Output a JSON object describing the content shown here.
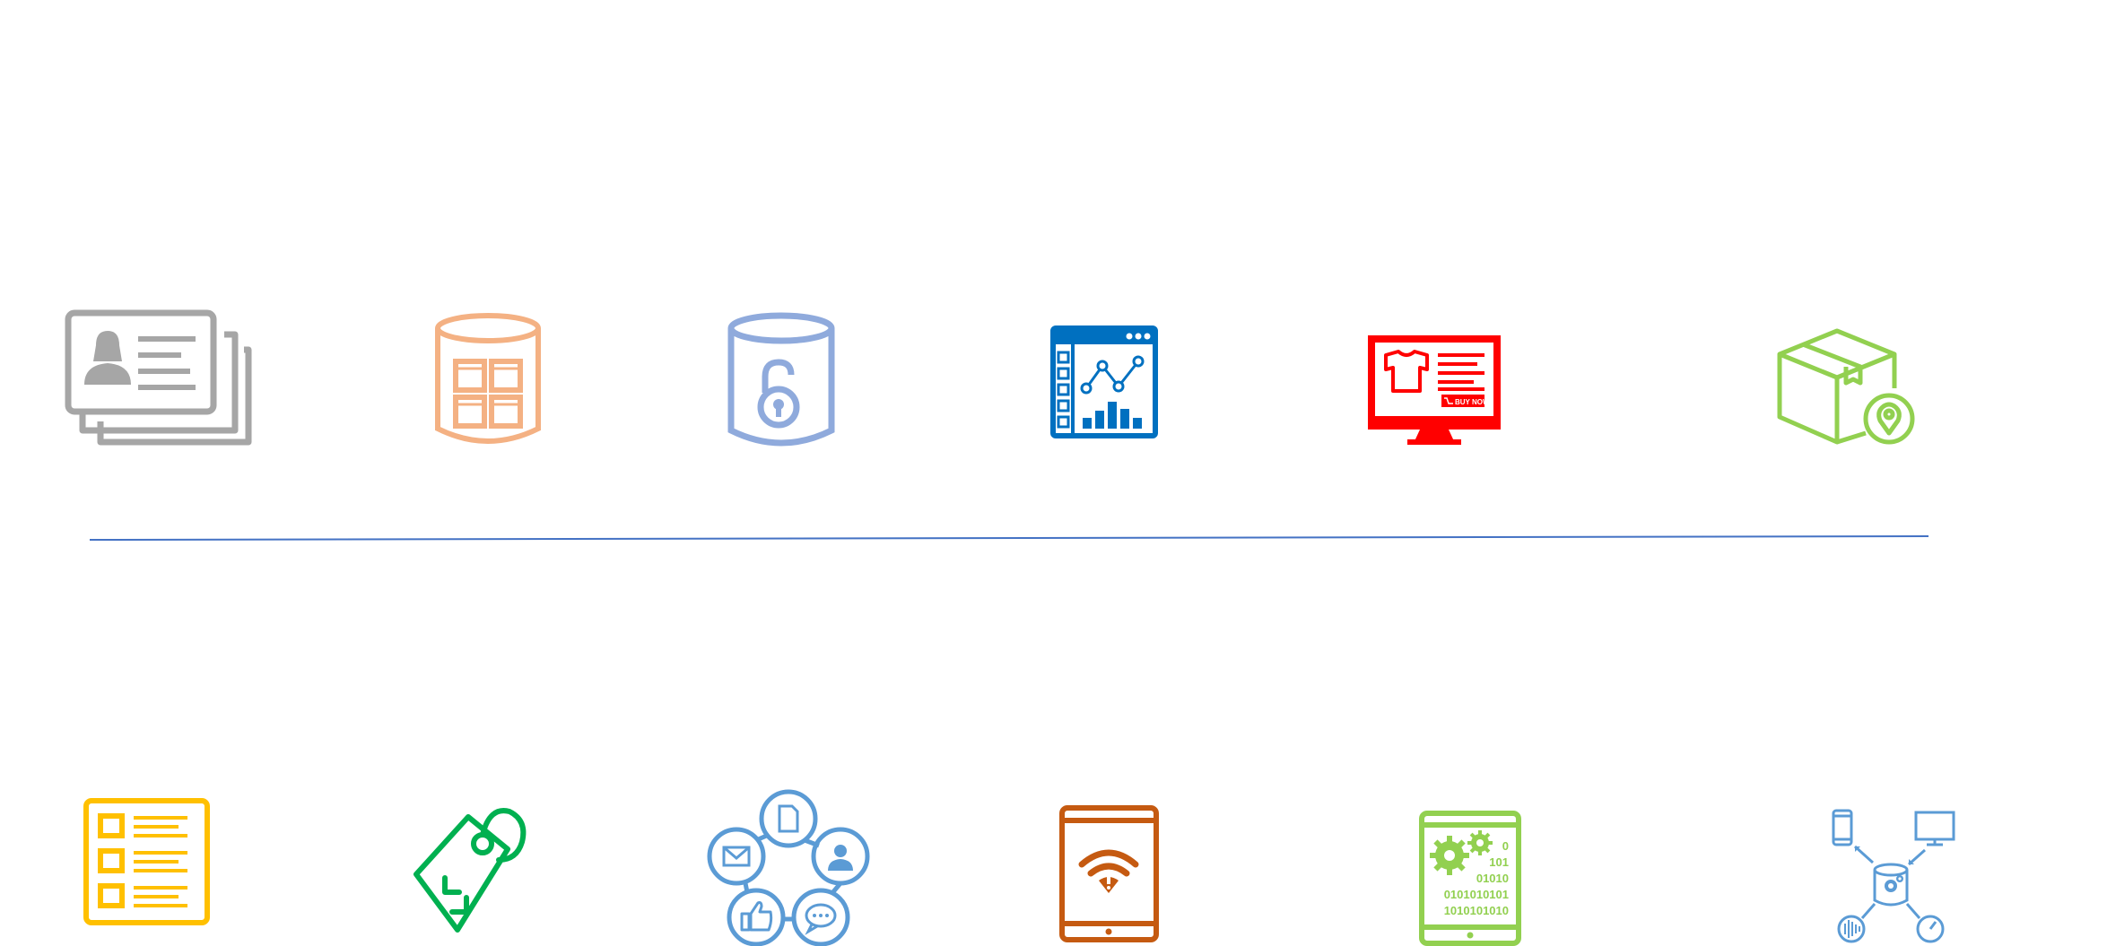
{
  "colors": {
    "contact_cards": "#a6a6a6",
    "database_grid": "#f4b183",
    "database_unlock": "#8faadc",
    "dashboard": "#0070c0",
    "shop_monitor": "#ff0000",
    "package_location": "#92d050",
    "checklist": "#ffc000",
    "price_tag": "#00b050",
    "social_network": "#5b9bd5",
    "tablet_wifi": "#c55a11",
    "tablet_binary": "#92d050",
    "data_hub": "#5b9bd5",
    "divider": "#4472c4"
  },
  "icons": {
    "shop_monitor": {
      "button_label": "BUY NOW"
    },
    "tablet_binary": {
      "binary_lines": [
        "0",
        "101",
        "01010",
        "0101010101",
        "1010101010"
      ]
    }
  }
}
